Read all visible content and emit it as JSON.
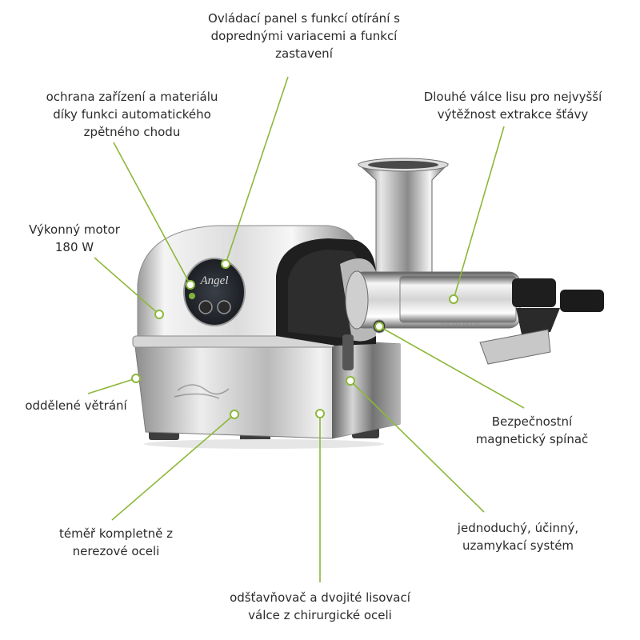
{
  "labels": {
    "control_panel": "Ovládací panel s funkcí otírání s\ndoprednými variacemi a funkcí\nzastavení",
    "protection": "ochrana zařízení a materiálu\ndíky funkci automatického\nzpětného chodu",
    "motor": "Výkonný motor\n180 W",
    "long_rollers": "Dlouhé válce lisu pro nejvyšší\nvýtěžnost extrakce šťávy",
    "ventilation": "oddělené větrání",
    "magnetic_switch": "Bezpečnostní\nmagnetický spínač",
    "stainless": "téměř kompletně z\nnerezové oceli",
    "locking": "jednoduchý, účinný,\nuzamykací systém",
    "juicer_rollers": "odšťavňovač a dvojité lisovací\nválce z chirurgické oceli"
  },
  "product": {
    "brand": "Angel"
  },
  "colors": {
    "callout_line": "#8db83a",
    "text": "#2b2b2b",
    "steel_light": "#f2f2f2",
    "steel_dark": "#5a5a5a"
  }
}
